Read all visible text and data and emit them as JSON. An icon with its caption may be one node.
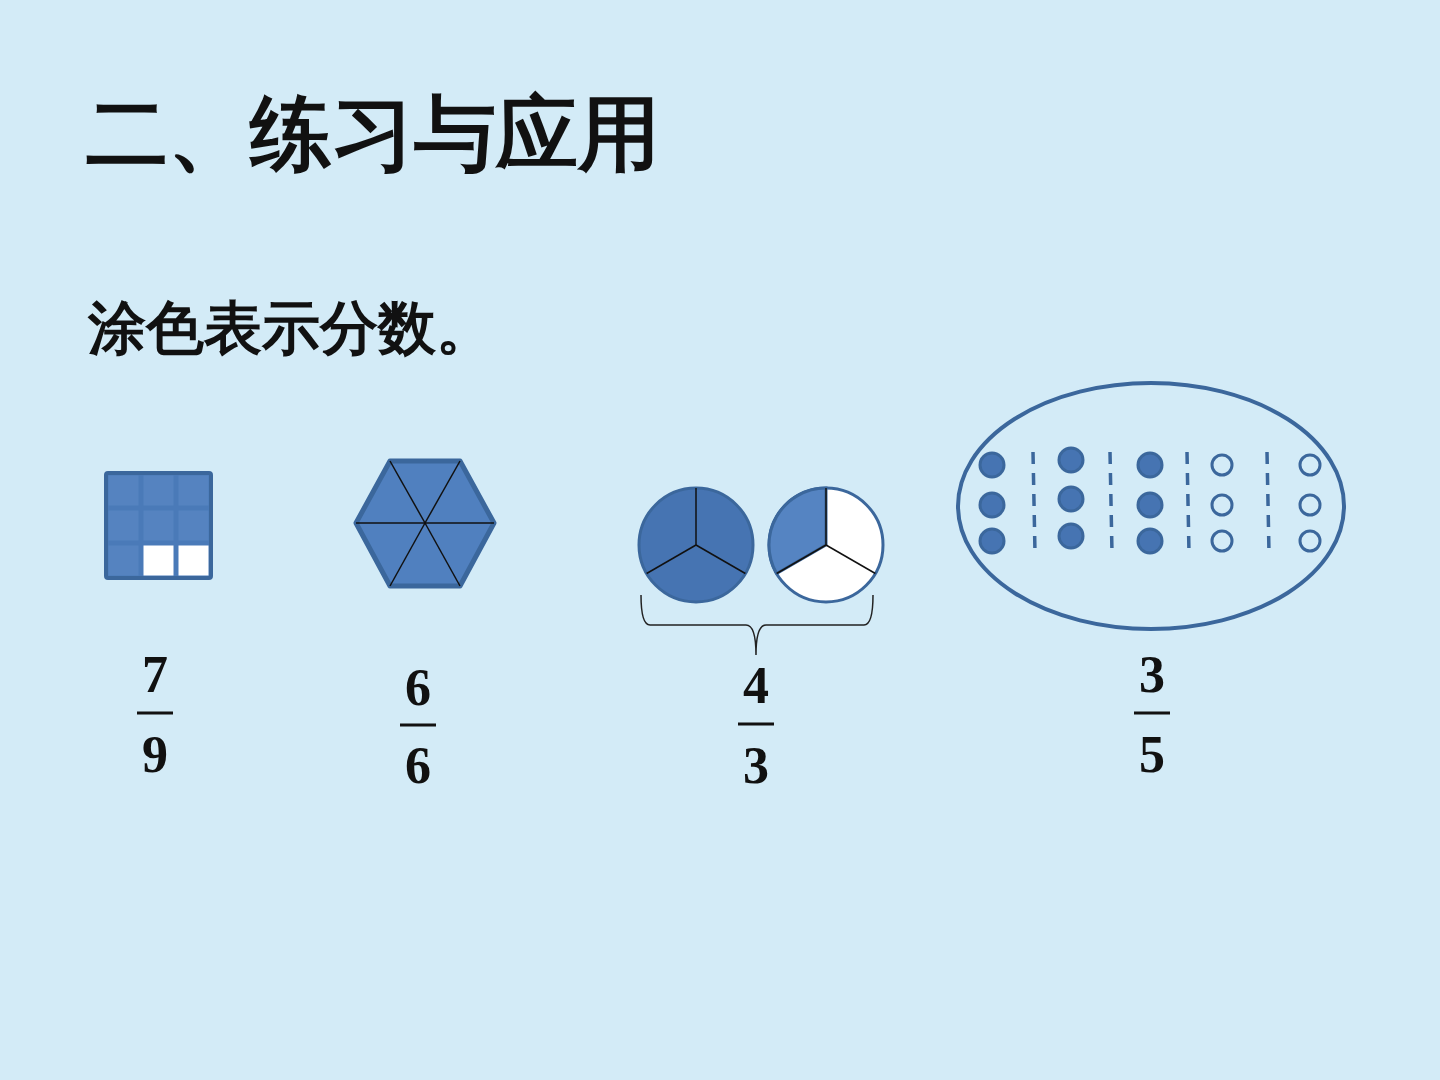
{
  "diagram": {
    "title": "二、练习与应用",
    "labels": [
      "涂色表示分数。",
      "7",
      "9",
      "6",
      "6",
      "4",
      "3",
      "3",
      "5"
    ]
  }
}
